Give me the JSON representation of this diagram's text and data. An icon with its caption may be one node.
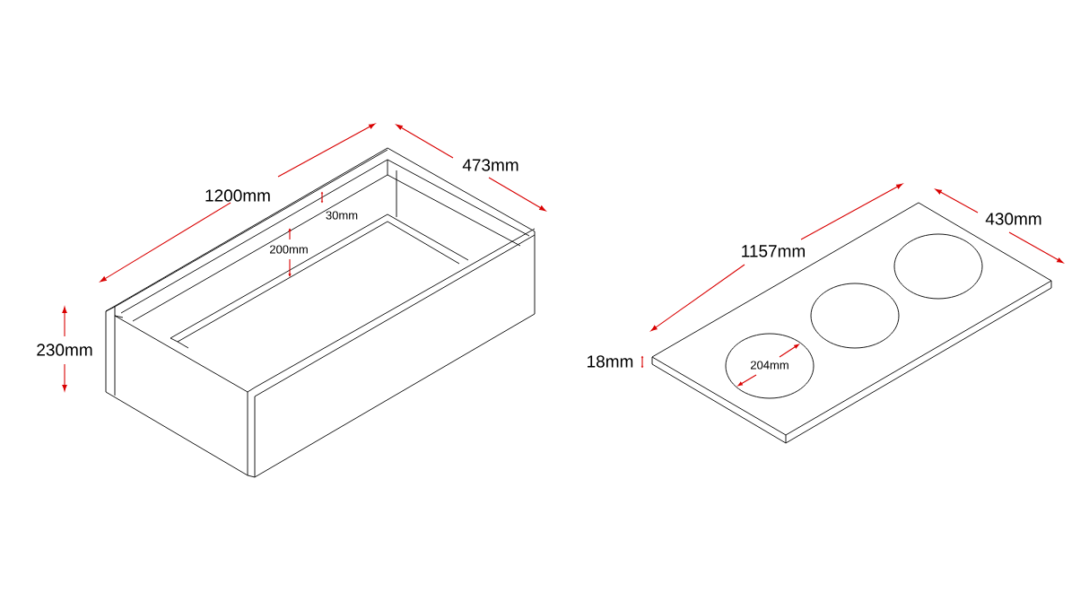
{
  "diagram": {
    "labels": [
      "1200mm",
      "473mm",
      "30mm",
      "200mm",
      "230mm",
      "1157mm",
      "430mm",
      "18mm",
      "204mm"
    ]
  }
}
